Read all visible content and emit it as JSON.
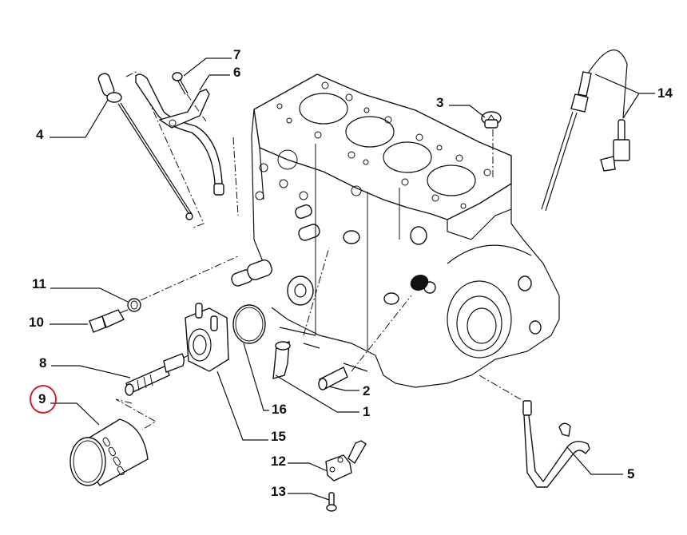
{
  "diagram": {
    "title": "Engine block exploded parts diagram",
    "highlight_color": "#d0202a",
    "highlighted_callout": "9",
    "callouts": [
      {
        "id": "c1",
        "label": "1",
        "part": "dowel-bushing"
      },
      {
        "id": "c2",
        "label": "2",
        "part": "dowel-pin"
      },
      {
        "id": "c3",
        "label": "3",
        "part": "plug"
      },
      {
        "id": "c4",
        "label": "4",
        "part": "oil-dipstick"
      },
      {
        "id": "c5",
        "label": "5",
        "part": "oil-pipe"
      },
      {
        "id": "c6",
        "label": "6",
        "part": "dipstick-tube"
      },
      {
        "id": "c7",
        "label": "7",
        "part": "bolt"
      },
      {
        "id": "c8",
        "label": "8",
        "part": "threaded-union"
      },
      {
        "id": "c9",
        "label": "9",
        "part": "oil-filter"
      },
      {
        "id": "c10",
        "label": "10",
        "part": "oil-pressure-switch"
      },
      {
        "id": "c11",
        "label": "11",
        "part": "seal-washer"
      },
      {
        "id": "c12",
        "label": "12",
        "part": "oil-jet"
      },
      {
        "id": "c13",
        "label": "13",
        "part": "screw"
      },
      {
        "id": "c14",
        "label": "14",
        "part": "oil-level-sensor"
      },
      {
        "id": "c15",
        "label": "15",
        "part": "oil-cooler"
      },
      {
        "id": "c16",
        "label": "16",
        "part": "o-ring"
      }
    ]
  }
}
